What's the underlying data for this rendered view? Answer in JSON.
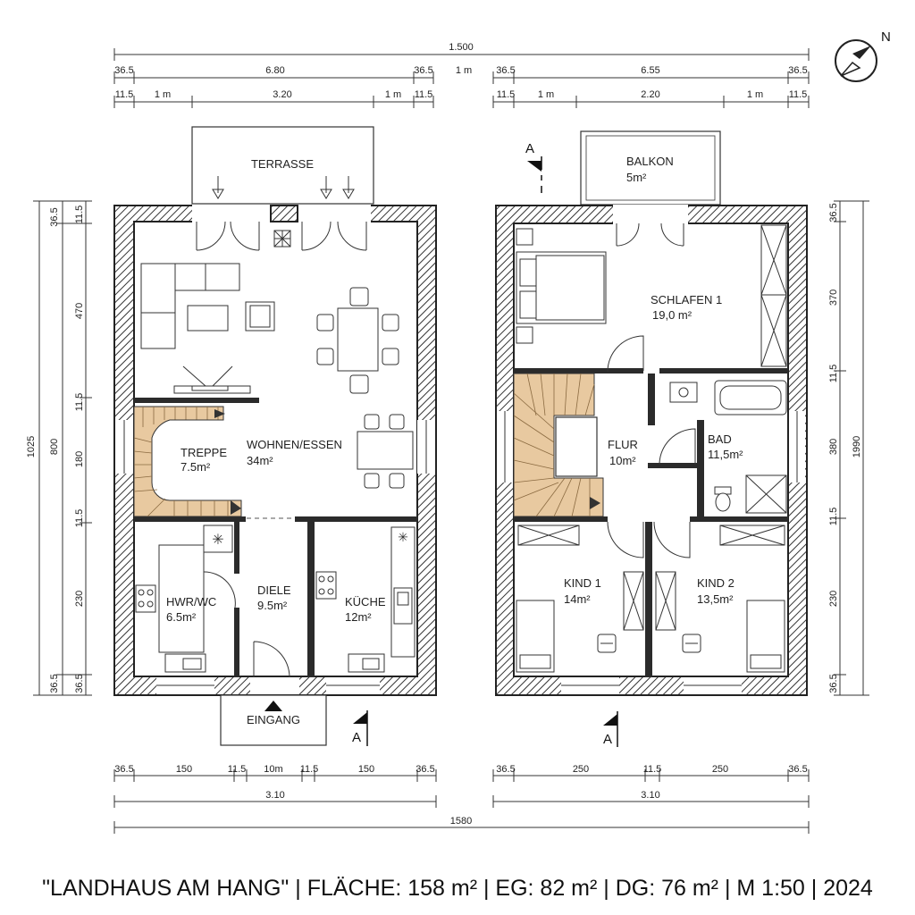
{
  "ground_floor": {
    "rooms": {
      "terrasse": "TERRASSE",
      "wohnen": {
        "name": "WOHNEN/ESSEN",
        "area": "34m²"
      },
      "treppe": {
        "name": "TREPPE",
        "area": "7.5m²"
      },
      "hwr": {
        "name": "HWR/WC",
        "area": "6.5m²"
      },
      "diele": {
        "name": "DIELE",
        "area": "9.5m²"
      },
      "kueche": {
        "name": "KÜCHE",
        "area": "12m²"
      },
      "eingang": "EINGANG"
    },
    "dims_top": {
      "overall": "1.500",
      "row1": [
        "36.5",
        "6.80",
        "36.5",
        "1 m"
      ],
      "row2": [
        "11.5",
        "1 m",
        "3.20",
        "1 m",
        "11.5"
      ]
    },
    "dims_left": [
      "36.5",
      "11.5",
      "470",
      "11.5",
      "180",
      "11.5",
      "230",
      "36.5",
      "36.5",
      "1025",
      "800"
    ],
    "dims_bottom": {
      "row1": [
        "36.5",
        "150",
        "11.5",
        "10m",
        "11.5",
        "150",
        "36.5"
      ],
      "row2": "3.10"
    }
  },
  "upper_floor": {
    "rooms": {
      "balkon": {
        "name": "BALKON",
        "area": "5m²"
      },
      "schlafen": {
        "name": "SCHLAFEN 1",
        "area": "19,0 m²"
      },
      "flur": {
        "name": "FLUR",
        "area": "10m²"
      },
      "bad": {
        "name": "BAD",
        "area": "11,5m²"
      },
      "kind1": {
        "name": "KIND 1",
        "area": "14m²"
      },
      "kind2": {
        "name": "KIND 2",
        "area": "13,5m²"
      }
    },
    "dims_top": {
      "row1": [
        "36.5",
        "6.55",
        "36.5"
      ],
      "row2": [
        "11.5",
        "1 m",
        "2.20",
        "1 m",
        "11.5"
      ]
    },
    "dims_right": [
      "36.5",
      "370",
      "11.5",
      "380",
      "11.5",
      "230",
      "36.5",
      "1990"
    ],
    "dims_bottom": {
      "row1": [
        "36.5",
        "250",
        "11.5",
        "250",
        "36.5"
      ],
      "row2": "3.10"
    }
  },
  "overall_bottom": "1580",
  "section_label": "A",
  "north_label": "N",
  "caption": "\"LANDHAUS AM HANG\" | FLÄCHE: 158 m² | EG: 82 m² | DG: 76 m² | M 1:50 | 2024",
  "colors": {
    "wall": "#2b2b2b",
    "stair": "#e8c9a0",
    "line": "#333333"
  }
}
